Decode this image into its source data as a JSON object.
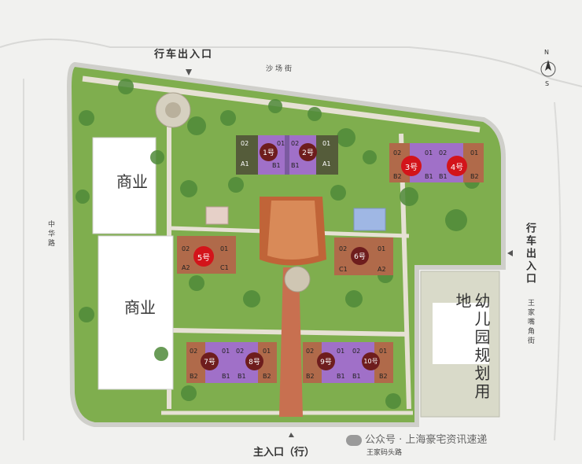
{
  "gates": {
    "top": "行车出入口",
    "right": "行车出入口",
    "bottom": "主入口（行）"
  },
  "streets": {
    "north": "沙场街",
    "west": "中华路",
    "east": "王家嘴角街",
    "south": "王家码头路"
  },
  "compass": {
    "north": "N",
    "south": "S"
  },
  "zones": {
    "commercial_1": "商业",
    "commercial_2": "商业",
    "kindergarten": "幼儿园规划用地"
  },
  "buildings": [
    {
      "name": "1号",
      "units": [
        "02",
        "01",
        "A1",
        "B1"
      ],
      "highlight": false
    },
    {
      "name": "2号",
      "units": [
        "02",
        "01",
        "B1",
        "A1"
      ],
      "highlight": false
    },
    {
      "name": "3号",
      "units": [
        "02",
        "01",
        "B2",
        "B1"
      ],
      "highlight": true
    },
    {
      "name": "4号",
      "units": [
        "02",
        "01",
        "B1",
        "B2"
      ],
      "highlight": true
    },
    {
      "name": "5号",
      "units": [
        "02",
        "01",
        "A2",
        "C1"
      ],
      "highlight": true
    },
    {
      "name": "6号",
      "units": [
        "02",
        "01",
        "C1",
        "A2"
      ],
      "highlight": false
    },
    {
      "name": "7号",
      "units": [
        "02",
        "01",
        "B2",
        "B1"
      ],
      "highlight": false
    },
    {
      "name": "8号",
      "units": [
        "02",
        "01",
        "B1",
        "B2"
      ],
      "highlight": false
    },
    {
      "name": "9号",
      "units": [
        "02",
        "01",
        "B2",
        "B1"
      ],
      "highlight": false
    },
    {
      "name": "10号",
      "units": [
        "02",
        "01",
        "B1",
        "B2"
      ],
      "highlight": false
    }
  ],
  "watermark": "公众号 · 上海豪宅资讯速递",
  "colors": {
    "grass": "#8fbf5a",
    "tree": "#4f8a3a",
    "path": "#e8e3d8",
    "building_purple": "#a070c8",
    "building_brown": "#b06a4a",
    "highlight": "#d3141a"
  }
}
